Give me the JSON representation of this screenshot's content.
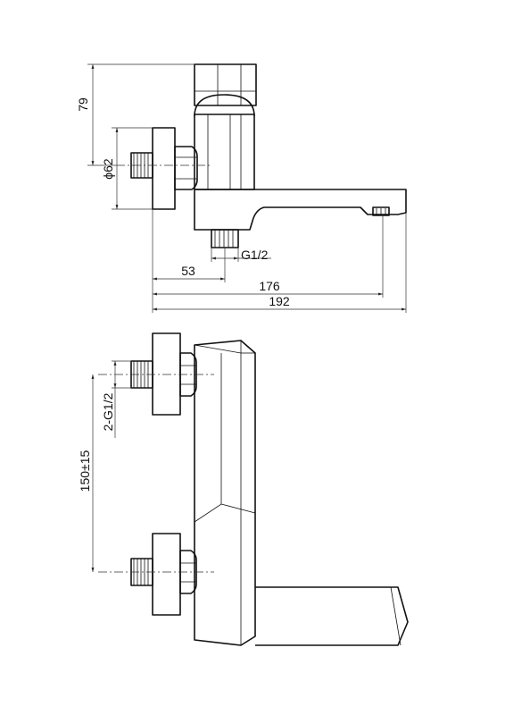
{
  "dimensions": {
    "height_79": "79",
    "dia_62": "ϕ62",
    "thread_g12": "G1/2",
    "len_53": "53",
    "len_176": "176",
    "len_192": "192",
    "thread_2g12": "2-G1/2",
    "spacing": "150±15"
  }
}
